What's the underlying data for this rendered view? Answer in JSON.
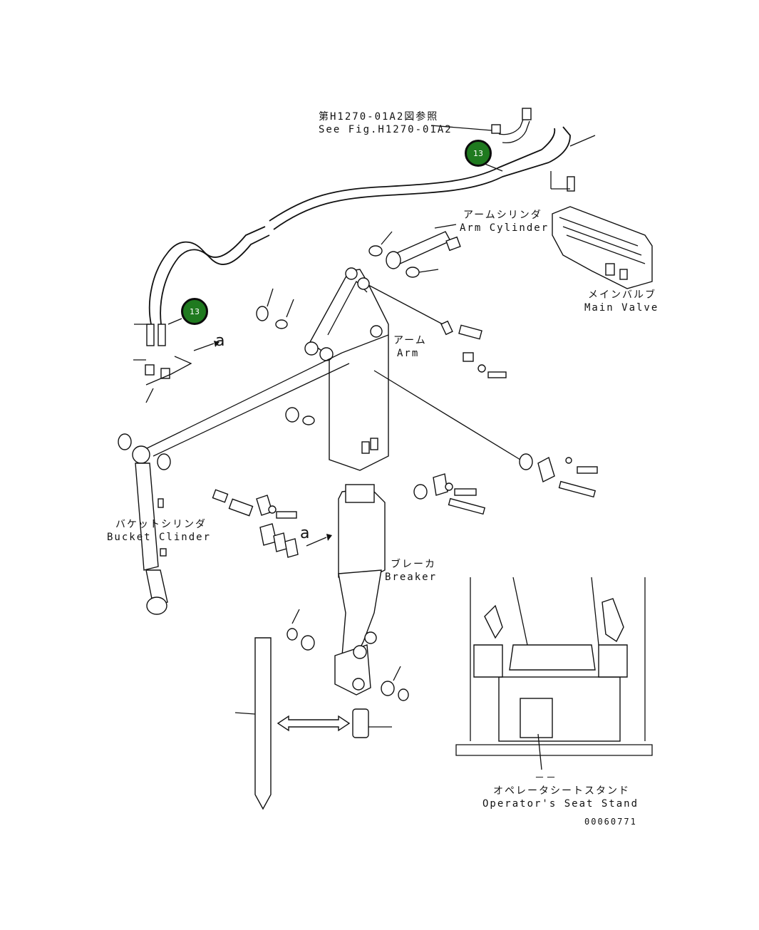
{
  "diagram": {
    "labels": {
      "see_fig_jp": "第H1270-01A2図参照",
      "see_fig_en": "See Fig.H1270-01A2",
      "arm_cylinder_jp": "アームシリンダ",
      "arm_cylinder_en": "Arm Cylinder",
      "main_valve_jp": "メインバルブ",
      "main_valve_en": "Main Valve",
      "arm_jp": "アーム",
      "arm_en": "Arm",
      "bucket_cylinder_jp": "バケットシリンダ",
      "bucket_cylinder_en": "Bucket Clinder",
      "breaker_jp": "ブレーカ",
      "breaker_en": "Breaker",
      "seat_dash": "－－",
      "seat_stand_jp": "オペレータシートスタンド",
      "seat_stand_en": "Operator's Seat Stand",
      "figure_code": "00060771",
      "view_marker_1": "a",
      "view_marker_2": "a"
    },
    "callouts": [
      {
        "number": "13",
        "color": "#1f7a1f"
      },
      {
        "number": "13",
        "color": "#1f7a1f"
      }
    ]
  }
}
